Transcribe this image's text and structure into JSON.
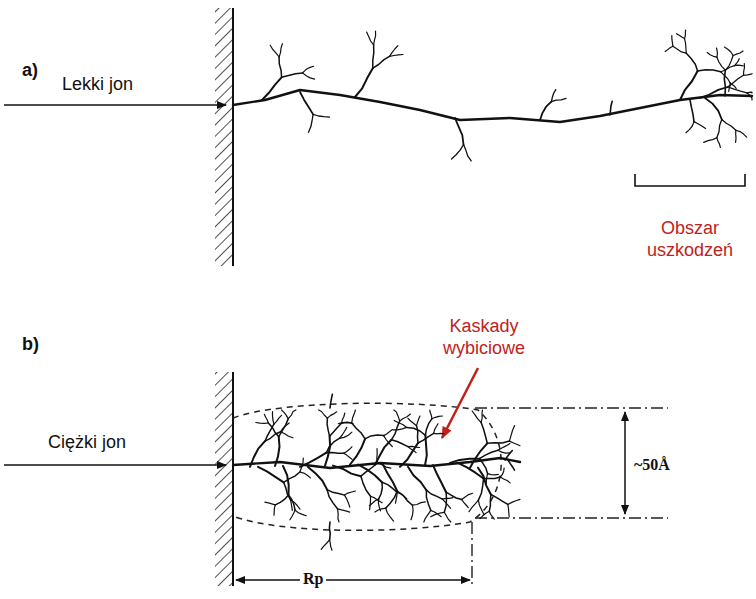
{
  "diagram": {
    "labels": [
      "a)",
      "Lekki jon",
      "Obszar uszkodzeń",
      "b)",
      "Ciężki jon",
      "Kaskady wybiciowe",
      "~50Å",
      "Rp"
    ]
  }
}
